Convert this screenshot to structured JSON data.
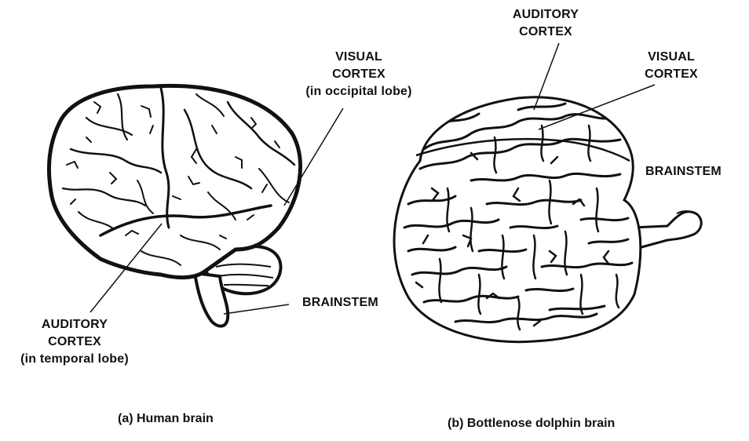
{
  "human": {
    "visual_cortex": [
      "VISUAL",
      "CORTEX",
      "(in occipital lobe)"
    ],
    "auditory_cortex": [
      "AUDITORY",
      "CORTEX",
      "(in temporal lobe)"
    ],
    "brainstem": "BRAINSTEM",
    "caption": "(a) Human brain"
  },
  "dolphin": {
    "auditory_cortex": [
      "AUDITORY",
      "CORTEX"
    ],
    "visual_cortex": [
      "VISUAL",
      "CORTEX"
    ],
    "brainstem": "BRAINSTEM",
    "caption": "(b) Bottlenose dolphin brain"
  },
  "colors": {
    "ink": "#111111",
    "background": "#ffffff"
  }
}
